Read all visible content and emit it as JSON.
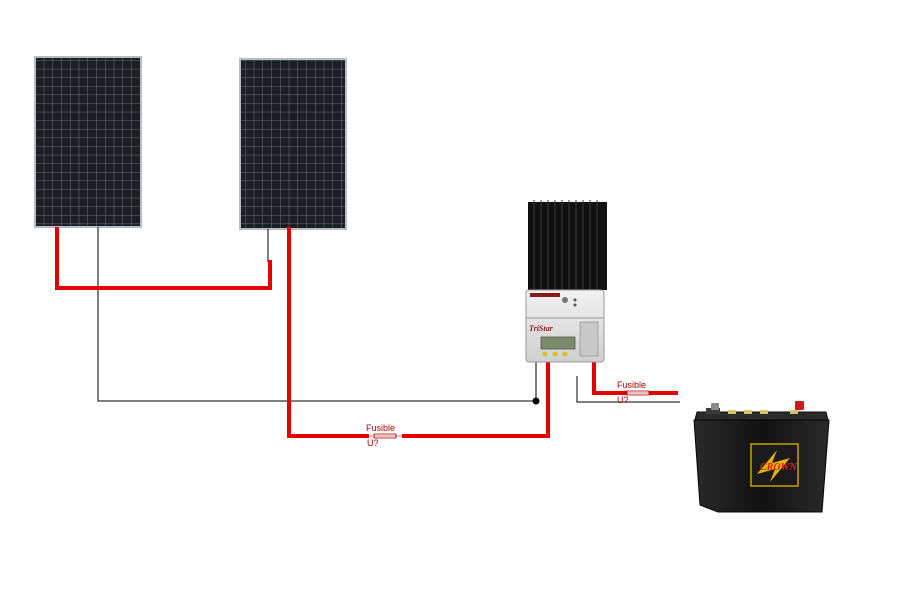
{
  "colors": {
    "wire_positive": "#e50000",
    "wire_negative": "#000000",
    "panel_cell": "#1b1e24",
    "panel_grid": "#8a8f98",
    "panel_frame": "#c9ccd1",
    "heatsink": "#111111",
    "controller_body": "#dcdcdc",
    "battery_body": "#1a1a1a",
    "battery_label_bg": "#c8a000",
    "terminal_positive": "#d01818"
  },
  "components": {
    "panel_1": {
      "icon": "solar-panel-icon"
    },
    "panel_2": {
      "icon": "solar-panel-icon"
    },
    "controller": {
      "icon": "charge-controller-icon",
      "brand": "TriStar"
    },
    "battery": {
      "icon": "battery-icon",
      "brand": "CROWN"
    }
  },
  "fuses": [
    {
      "label": "Fusible",
      "ref": "U?"
    },
    {
      "label": "Fusible",
      "ref": "U?"
    }
  ]
}
